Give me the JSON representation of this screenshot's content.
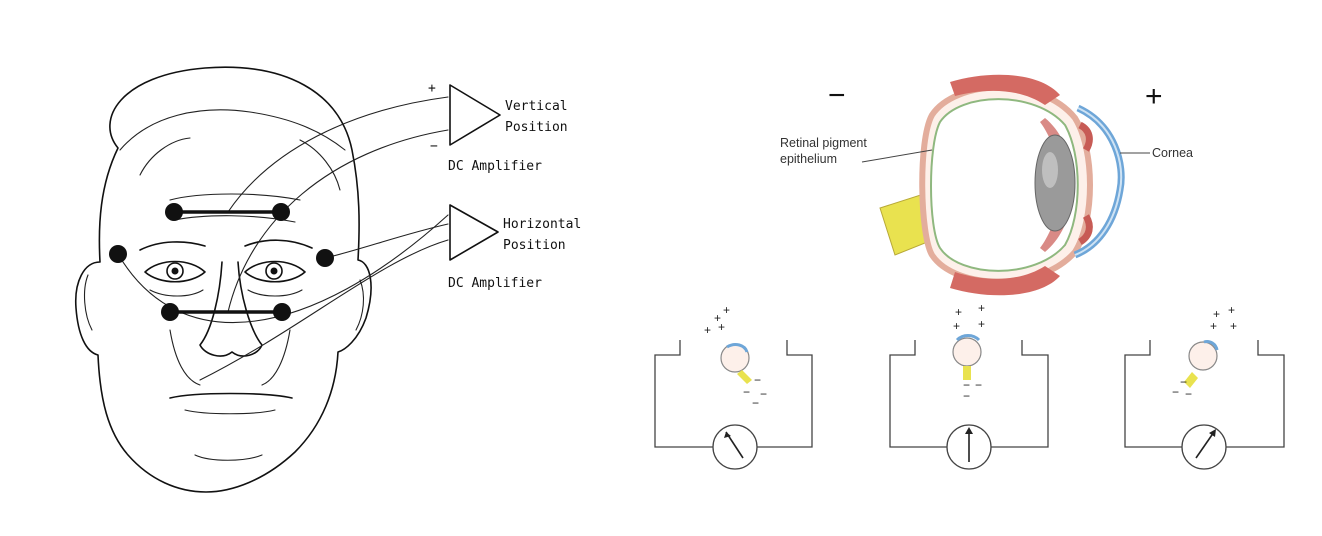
{
  "left_figure": {
    "vertical_amp": {
      "label_line1": "Vertical",
      "label_line2": "Position",
      "amp_label": "DC Amplifier",
      "plus_sign": "+",
      "minus_sign": "−"
    },
    "horizontal_amp": {
      "label_line1": "Horizontal",
      "label_line2": "Position",
      "amp_label": "DC Amplifier"
    }
  },
  "right_figure": {
    "negative_pole": "−",
    "positive_pole": "+",
    "rpe_label_line1": "Retinal pigment",
    "rpe_label_line2": "epithelium",
    "cornea_label": "Cornea",
    "circuit_plus": "+",
    "circuit_minus": "−"
  },
  "colors": {
    "ink": "#111111",
    "sclera_outline": "#e8b9a8",
    "muscle": "#d86a64",
    "cornea": "#6fa8dc",
    "lens": "#9a9a9a",
    "optic_nerve": "#e8e05a",
    "retina": "#7ab06a"
  }
}
